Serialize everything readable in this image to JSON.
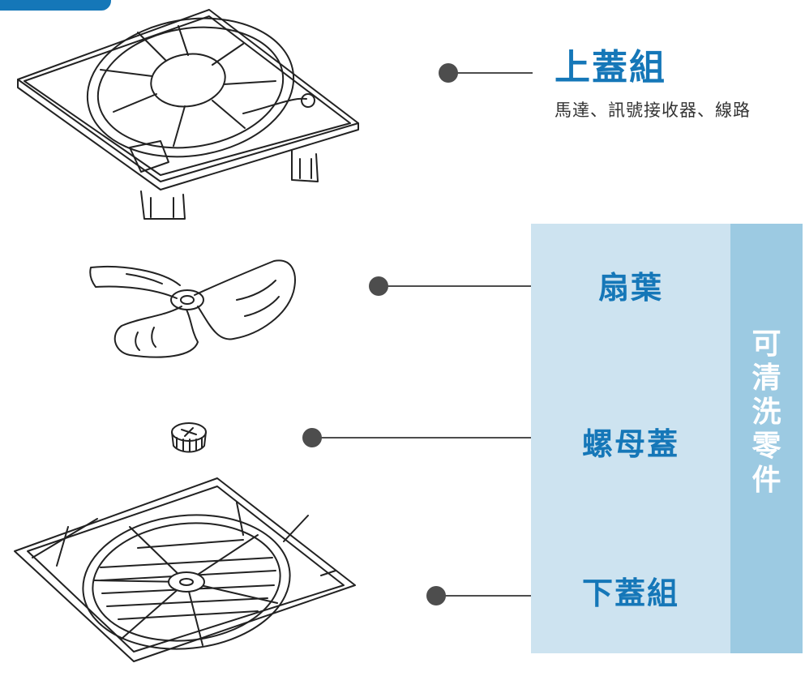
{
  "top_assembly": {
    "title": "上蓋組",
    "description": "馬達、訊號接收器、線路"
  },
  "washable_parts": {
    "title_chars": [
      "可",
      "清",
      "洗",
      "零",
      "件"
    ],
    "items": [
      {
        "label": "扇葉"
      },
      {
        "label": "螺母蓋"
      },
      {
        "label": "下蓋組"
      }
    ]
  },
  "colors": {
    "accent": "#1577b8",
    "panel_light": "#cde3f0",
    "panel_dark": "#9ccae2",
    "connector": "#4d4d4d"
  }
}
